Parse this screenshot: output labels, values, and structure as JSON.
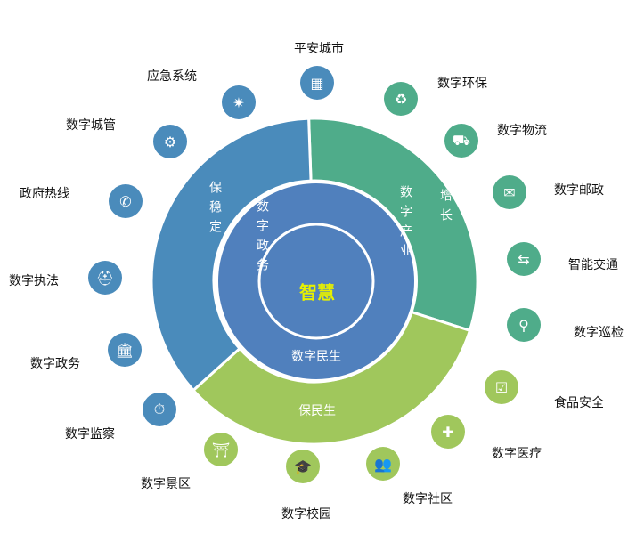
{
  "colors": {
    "blue": "#4a8bbb",
    "green": "#4fac8a",
    "lime": "#a0c75c",
    "mid": "#5080bd",
    "center_text": "#e6f000"
  },
  "center": "智慧",
  "inner_ring": {
    "left": "数字政务",
    "right": "数字产业",
    "bottom": "数字民生"
  },
  "outer_ring": {
    "blue": "保稳定",
    "green": "增长",
    "lime": "保民生"
  },
  "items": [
    {
      "label": "平安城市",
      "icon": "building-icon",
      "color": "blue",
      "glyph": "▦"
    },
    {
      "label": "应急系统",
      "icon": "alarm-light-icon",
      "color": "blue",
      "glyph": "✷"
    },
    {
      "label": "数字城管",
      "icon": "gear-icon",
      "color": "blue",
      "glyph": "⚙"
    },
    {
      "label": "政府热线",
      "icon": "phone-icon",
      "color": "blue",
      "glyph": "✆"
    },
    {
      "label": "数字执法",
      "icon": "police-cap-icon",
      "color": "blue",
      "glyph": "⛑"
    },
    {
      "label": "数字政务",
      "icon": "government-building-icon",
      "color": "blue",
      "glyph": "🏛"
    },
    {
      "label": "数字监察",
      "icon": "stopwatch-icon",
      "color": "blue",
      "glyph": "⏱"
    },
    {
      "label": "数字景区",
      "icon": "pavilion-icon",
      "color": "lime",
      "glyph": "⛩"
    },
    {
      "label": "数字校园",
      "icon": "graduation-cap-icon",
      "color": "lime",
      "glyph": "🎓"
    },
    {
      "label": "数字社区",
      "icon": "community-people-icon",
      "color": "lime",
      "glyph": "👥"
    },
    {
      "label": "数字医疗",
      "icon": "medical-kit-icon",
      "color": "lime",
      "glyph": "✚"
    },
    {
      "label": "食品安全",
      "icon": "check-shield-icon",
      "color": "lime",
      "glyph": "☑"
    },
    {
      "label": "数字巡检",
      "icon": "search-icon",
      "color": "green",
      "glyph": "⚲"
    },
    {
      "label": "智能交通",
      "icon": "signpost-icon",
      "color": "green",
      "glyph": "⇆"
    },
    {
      "label": "数字邮政",
      "icon": "postal-icon",
      "color": "green",
      "glyph": "✉"
    },
    {
      "label": "数字物流",
      "icon": "truck-icon",
      "color": "green",
      "glyph": "⛟"
    },
    {
      "label": "数字环保",
      "icon": "recycle-icon",
      "color": "green",
      "glyph": "♻"
    }
  ]
}
